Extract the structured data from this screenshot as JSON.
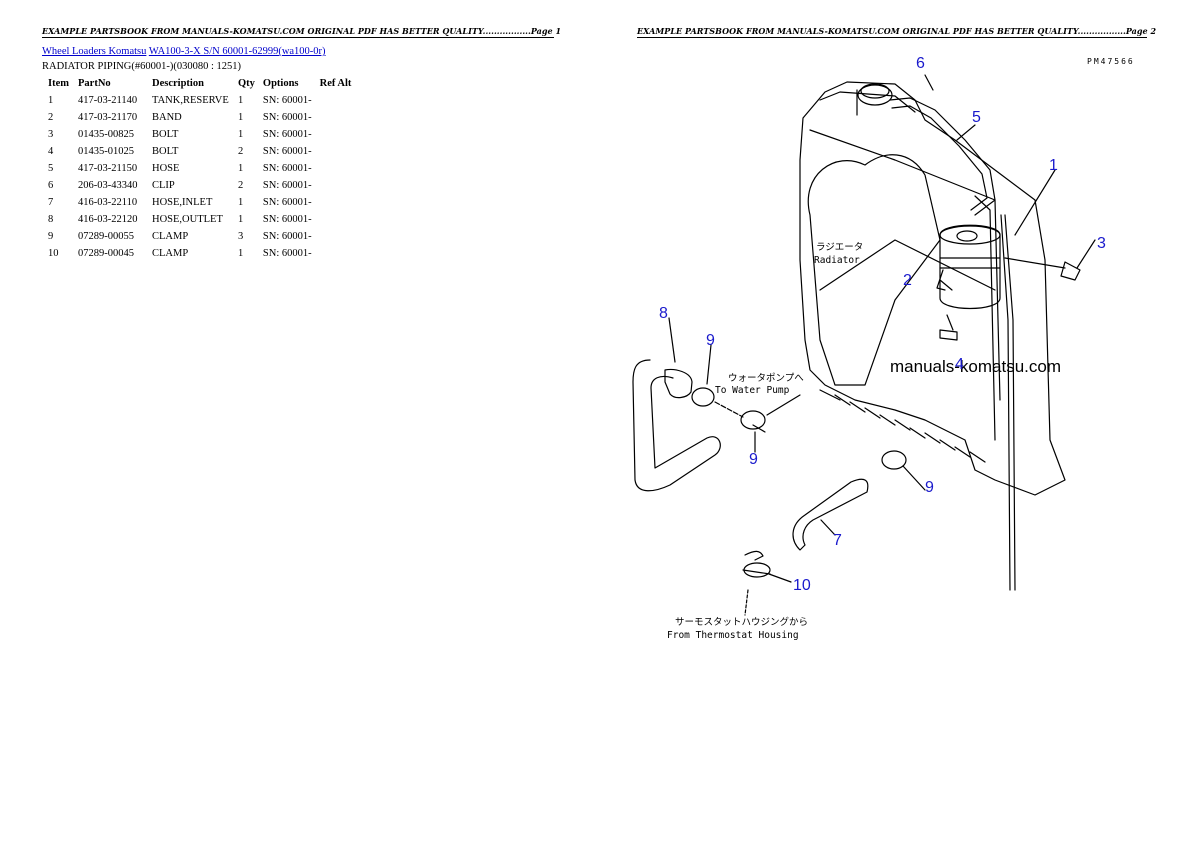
{
  "header_left": "EXAMPLE PARTSBOOK FROM MANUALS-KOMATSU.COM ORIGINAL PDF HAS BETTER QUALITY.................Page 1",
  "header_right": "EXAMPLE PARTSBOOK FROM MANUALS-KOMATSU.COM ORIGINAL PDF HAS BETTER QUALITY.................Page 2",
  "breadcrumb": {
    "link1": "Wheel Loaders Komatsu",
    "link2": "WA100-3-X S/N 60001-62999(wa100-0r)"
  },
  "subtitle": "RADIATOR PIPING(#60001-)(030080 : 1251)",
  "table": {
    "headers": [
      "Item",
      "PartNo",
      "Description",
      "Qty",
      "Options",
      "Ref Alt"
    ],
    "rows": [
      [
        "1",
        "417-03-21140",
        "TANK,RESERVE",
        "1",
        "SN: 60001-",
        ""
      ],
      [
        "2",
        "417-03-21170",
        "BAND",
        "1",
        "SN: 60001-",
        ""
      ],
      [
        "3",
        "01435-00825",
        "BOLT",
        "1",
        "SN: 60001-",
        ""
      ],
      [
        "4",
        "01435-01025",
        "BOLT",
        "2",
        "SN: 60001-",
        ""
      ],
      [
        "5",
        "417-03-21150",
        "HOSE",
        "1",
        "SN: 60001-",
        ""
      ],
      [
        "6",
        "206-03-43340",
        "CLIP",
        "2",
        "SN: 60001-",
        ""
      ],
      [
        "7",
        "416-03-22110",
        "HOSE,INLET",
        "1",
        "SN: 60001-",
        ""
      ],
      [
        "8",
        "416-03-22120",
        "HOSE,OUTLET",
        "1",
        "SN: 60001-",
        ""
      ],
      [
        "9",
        "07289-00055",
        "CLAMP",
        "3",
        "SN: 60001-",
        ""
      ],
      [
        "10",
        "07289-00045",
        "CLAMP",
        "1",
        "SN: 60001-",
        ""
      ]
    ]
  },
  "diagram": {
    "code": "PM47566",
    "radiator_jp": "ラジエータ",
    "radiator_en": "Radiator",
    "water_pump_jp": "ウォータポンプへ",
    "water_pump_en": "To Water Pump",
    "thermostat_jp": "サーモスタットハウジングから",
    "thermostat_en": "From Thermostat Housing",
    "watermark": "manuals-komatsu.com",
    "callouts": {
      "c1": "1",
      "c2": "2",
      "c3": "3",
      "c4": "4",
      "c5": "5",
      "c6": "6",
      "c7": "7",
      "c8": "8",
      "c9a": "9",
      "c9b": "9",
      "c9c": "9",
      "c10": "10"
    }
  }
}
